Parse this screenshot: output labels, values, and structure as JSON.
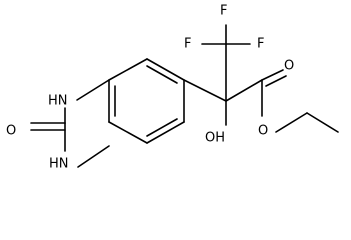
{
  "molecule": {
    "atom_labels": {
      "f1": "F",
      "f2": "F",
      "f3": "F",
      "o_carbonyl": "O",
      "o_ester": "O",
      "oh": "OH",
      "nh_aryl": "HN",
      "o_urea": "O",
      "nh_methyl": "HN"
    }
  }
}
